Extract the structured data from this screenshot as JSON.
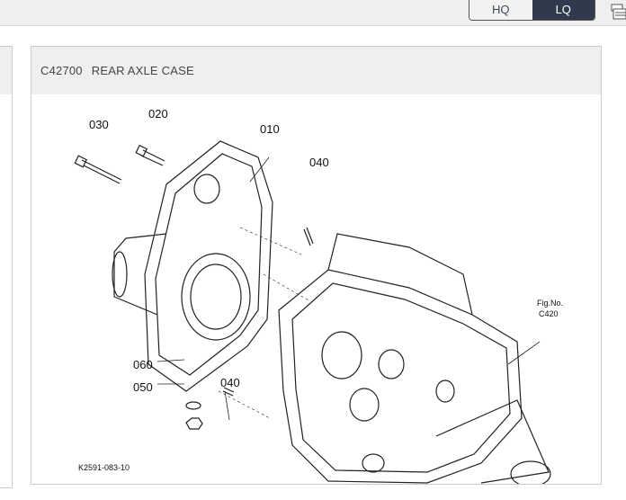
{
  "toolbar": {
    "hq_label": "HQ",
    "lq_label": "LQ",
    "active": "LQ"
  },
  "panel": {
    "code": "C42700",
    "title": "REAR AXLE CASE"
  },
  "diagram": {
    "part_labels": [
      "030",
      "020",
      "010",
      "040",
      "060",
      "050",
      "040"
    ],
    "fig_ref_label": "Fig.No.",
    "fig_ref_value": "C420",
    "drawing_id": "K2591-083-10"
  }
}
